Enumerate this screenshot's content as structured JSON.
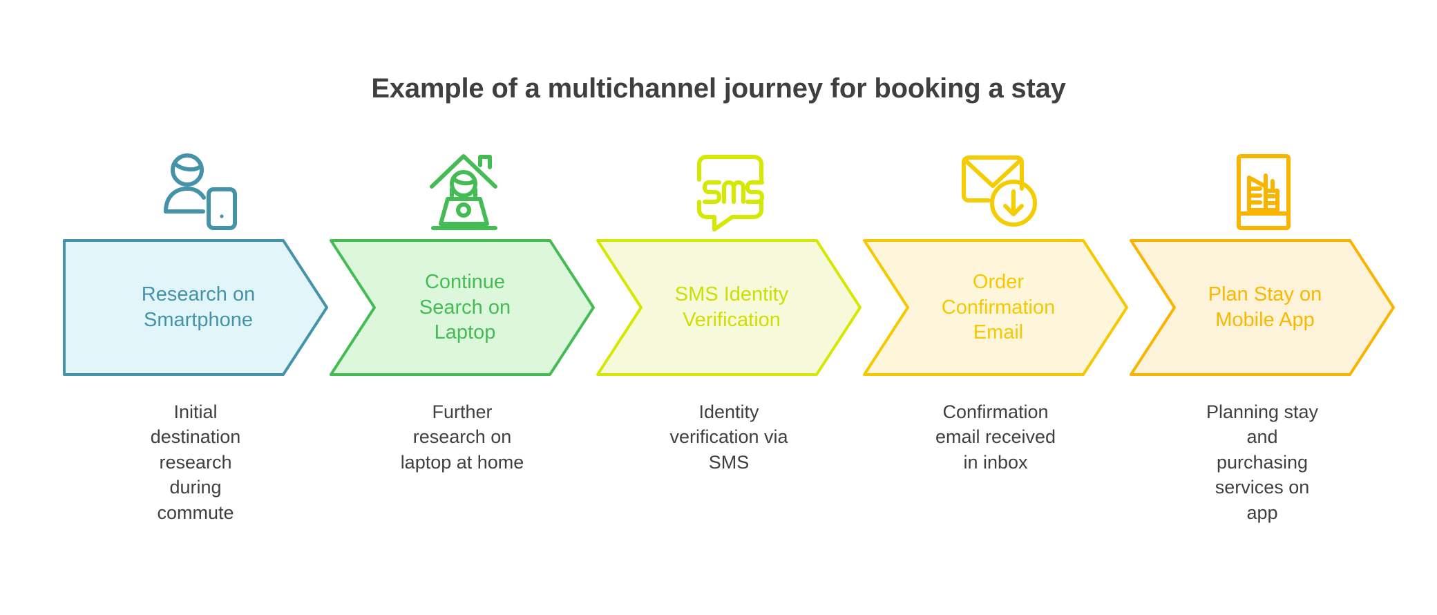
{
  "header": {
    "title": "Example of a multichannel journey for booking a stay",
    "title_color": "#3f3f3f"
  },
  "canvas": {
    "background": "#ffffff",
    "caption_color": "#3f3f3f"
  },
  "journey": {
    "stages": [
      {
        "icon_name": "person-with-smartphone-icon",
        "label": "Research on\nSmartphone",
        "caption": "Initial\ndestination\nresearch\nduring\ncommute",
        "stroke_color": "#4593a8",
        "fill_color": "#e2f6fa",
        "text_color": "#4593a8",
        "icon_color": "#4593a8"
      },
      {
        "icon_name": "home-laptop-icon",
        "label": "Continue\nSearch on\nLaptop",
        "caption": "Further\nresearch on\nlaptop at home",
        "stroke_color": "#45bc53",
        "fill_color": "#ddf7dd",
        "text_color": "#45bc53",
        "icon_color": "#45bc53"
      },
      {
        "icon_name": "sms-message-bubble-icon",
        "label": "SMS Identity\nVerification",
        "caption": "Identity\nverification via\nSMS",
        "stroke_color": "#d4e800",
        "fill_color": "#f6fadb",
        "text_color": "#ccdf00",
        "icon_color": "#d4e800"
      },
      {
        "icon_name": "email-download-icon",
        "label": "Order\nConfirmation\nEmail",
        "caption": "Confirmation\nemail received\nin inbox",
        "stroke_color": "#f5c800",
        "fill_color": "#fdf6da",
        "text_color": "#f5c800",
        "icon_color": "#f5cc00"
      },
      {
        "icon_name": "mobile-app-buildings-icon",
        "label": "Plan Stay on\nMobile App",
        "caption": "Planning stay\nand\npurchasing\nservices on\napp",
        "stroke_color": "#f9b400",
        "fill_color": "#fdf3db",
        "text_color": "#f9b800",
        "icon_color": "#f9b400"
      }
    ]
  }
}
